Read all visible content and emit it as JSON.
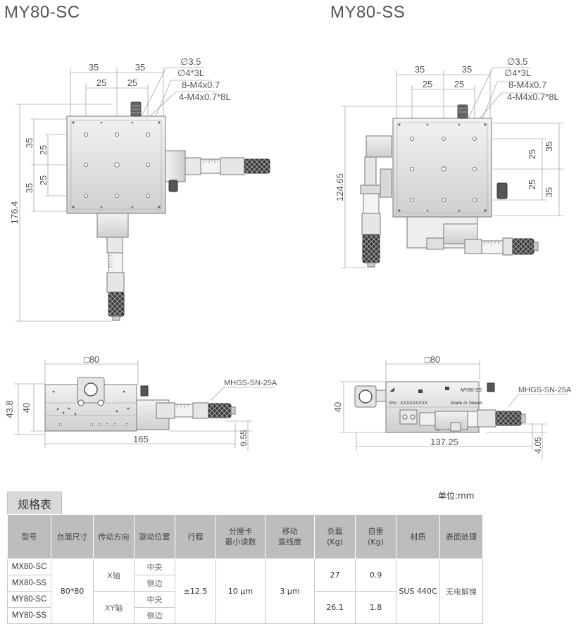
{
  "titles": {
    "left": "MY80-SC",
    "right": "MY80-SS"
  },
  "top_left_view": {
    "dims_top": [
      "35",
      "35",
      "25",
      "25"
    ],
    "dims_left": [
      "35",
      "25",
      "25",
      "35"
    ],
    "overall": "176.4",
    "callouts": [
      "∅3.5",
      "∅4*3L",
      "8-M4x0.7",
      "4-M4x0.7*8L"
    ]
  },
  "top_right_view": {
    "dims_top": [
      "35",
      "35",
      "25",
      "25"
    ],
    "dims_right": [
      "25",
      "35",
      "25",
      "35"
    ],
    "overall": "124.65",
    "callouts": [
      "∅3.5",
      "∅4*3L",
      "8-M4x0.7",
      "4-M4x0.7*8L"
    ]
  },
  "side_left_view": {
    "width": "□80",
    "h1": "43.8",
    "h2": "40",
    "length": "165",
    "offset": "9.55",
    "part": "MHGS-SN-25A"
  },
  "side_right_view": {
    "width": "□80",
    "h1": "40",
    "length": "137.25",
    "offset": "4.05",
    "part": "MHGS-SN-25A",
    "plate_model": "MY80-SS",
    "plate_sn": "S/N : XXXXXXXXX",
    "plate_made": "Made in Taiwan"
  },
  "spec": {
    "tab": "规格表",
    "unit": "单位:mm",
    "headers": [
      "型号",
      "台面尺寸",
      "传动方向",
      "驱动位置",
      "行程",
      "分厘卡\n最小读数",
      "移动\n直线度",
      "负载\n(Kg)",
      "自重\n(Kg)",
      "材质",
      "表面处理"
    ],
    "models": [
      "MX80-SC",
      "MX80-SS",
      "MY80-SC",
      "MY80-SS"
    ],
    "table_size": "80*80",
    "axes": [
      "X轴",
      "XY轴"
    ],
    "positions": [
      "中央",
      "侧边",
      "中央",
      "侧边"
    ],
    "stroke": "±12.5",
    "min_reading": "10 μm",
    "straightness": "3 μm",
    "loads": [
      "27",
      "26.1"
    ],
    "weights": [
      "0.9",
      "1.8"
    ],
    "material": "SUS 440C",
    "surface": "无电解镍"
  }
}
